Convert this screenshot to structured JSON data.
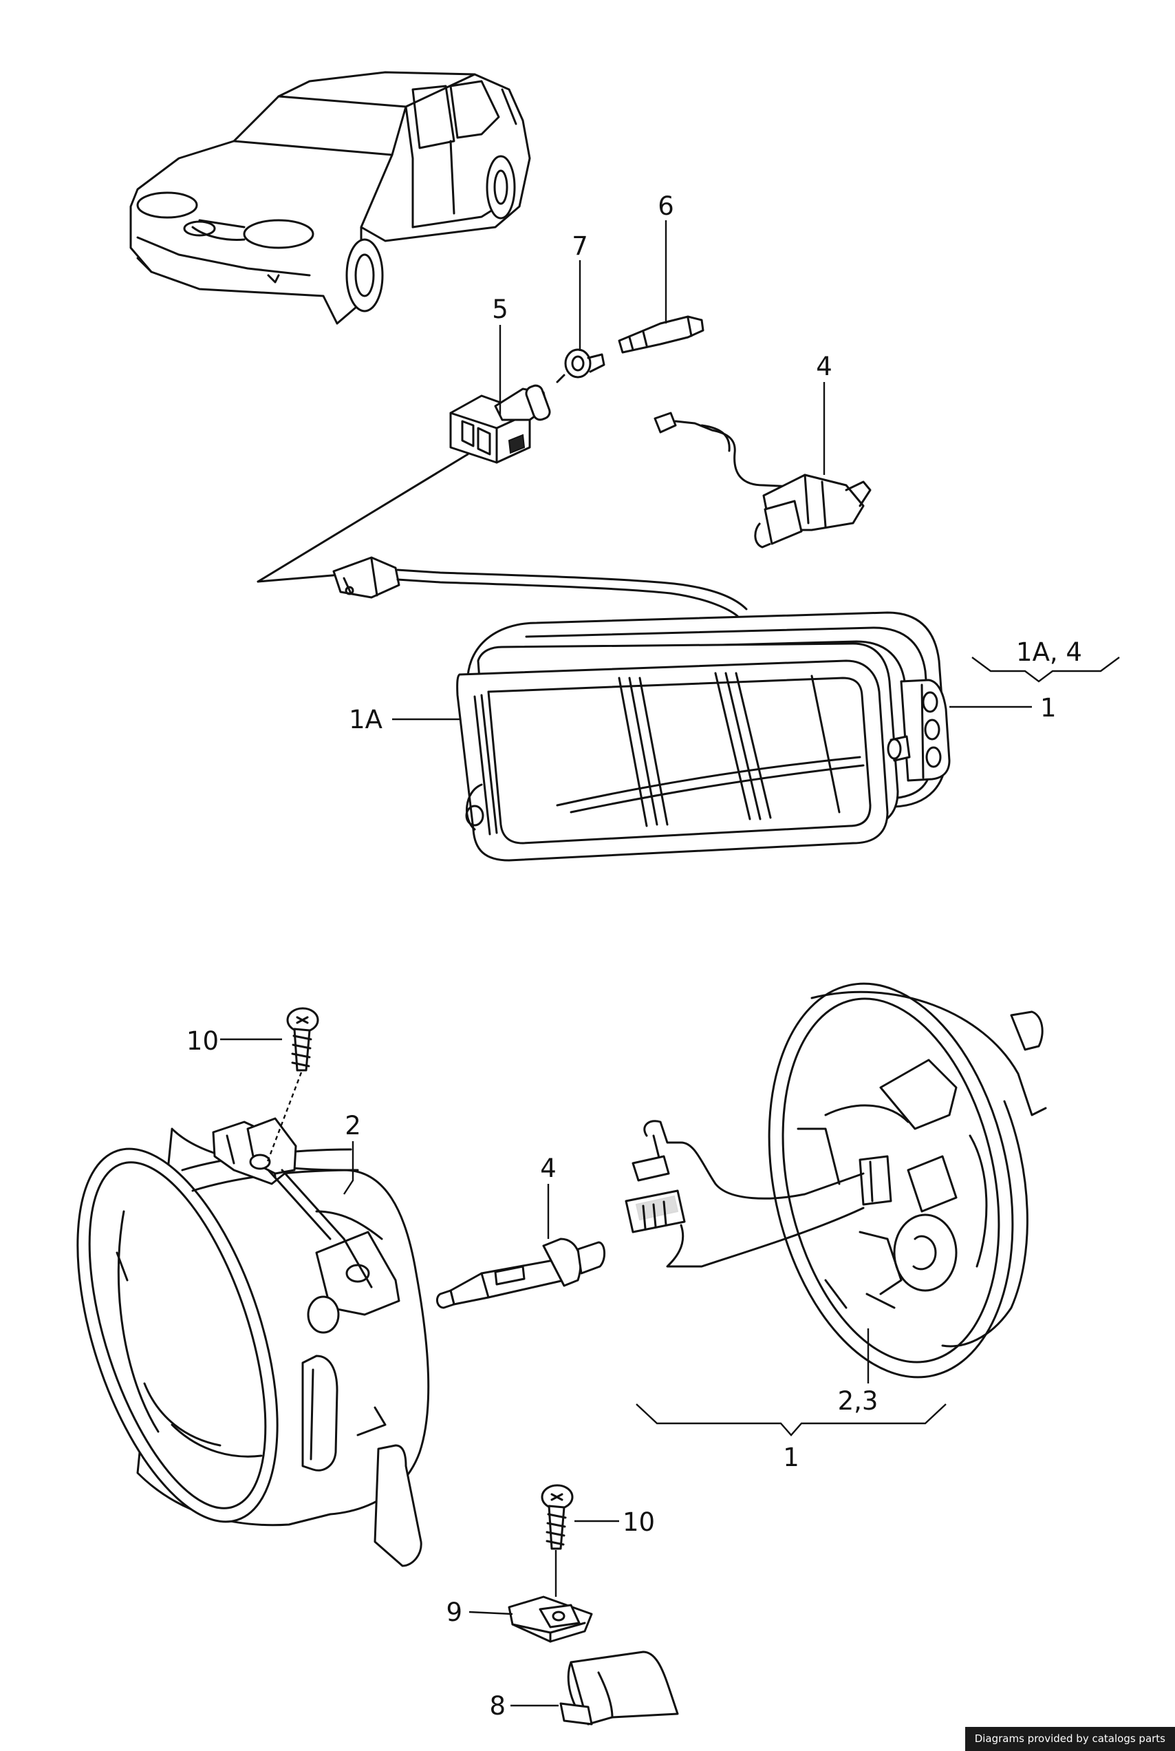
{
  "callouts": {
    "c5": "5",
    "c7": "7",
    "c6": "6",
    "c4_top": "4",
    "c1A_4": "1A, 4",
    "c1A": "1A",
    "c1_top": "1",
    "c10_top": "10",
    "c2": "2",
    "c4_bottom": "4",
    "c2_3": "2,3",
    "c1_bottom": "1",
    "c10_bottom": "10",
    "c9": "9",
    "c8": "8"
  },
  "credit": "Diagrams provided by catalogs parts",
  "colors": {
    "line": "#111111",
    "credit_bg": "#1b1b1b",
    "credit_text": "#ffffff"
  }
}
